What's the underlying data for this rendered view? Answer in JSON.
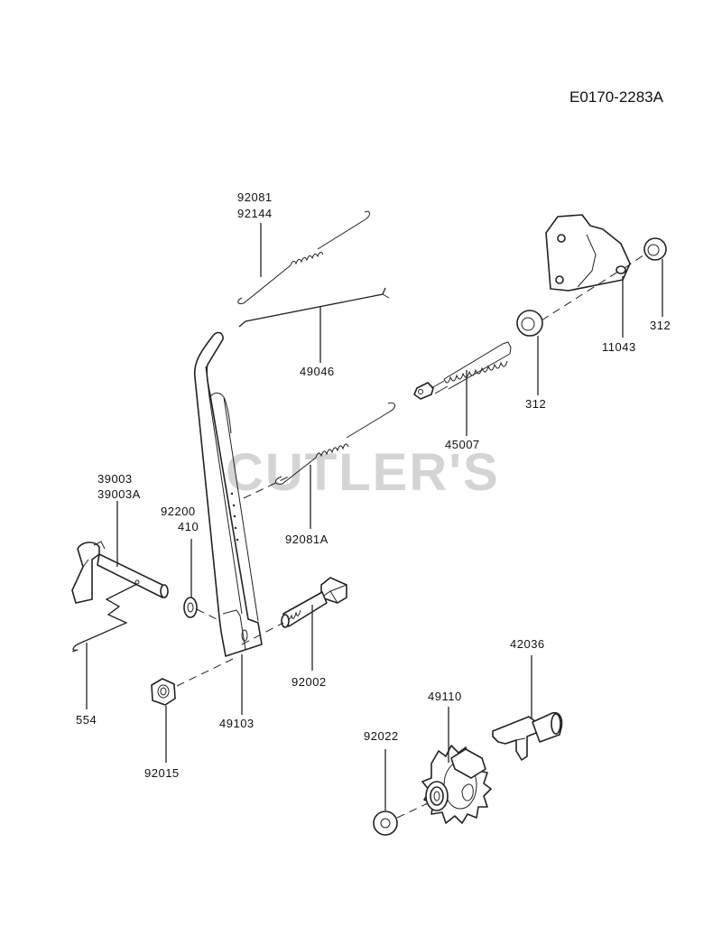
{
  "diagram_code": "E0170-2283A",
  "watermark": "CUTLER'S",
  "labels": {
    "l_92081": "92081",
    "l_92144": "92144",
    "l_49046": "49046",
    "l_45007": "45007",
    "l_312a": "312",
    "l_312b": "312",
    "l_11043": "11043",
    "l_92081A": "92081A",
    "l_39003": "39003",
    "l_39003A": "39003A",
    "l_92200": "92200",
    "l_410": "410",
    "l_554": "554",
    "l_92002": "92002",
    "l_49103": "49103",
    "l_92015": "92015",
    "l_42036": "42036",
    "l_49110": "49110",
    "l_92022": "92022"
  }
}
